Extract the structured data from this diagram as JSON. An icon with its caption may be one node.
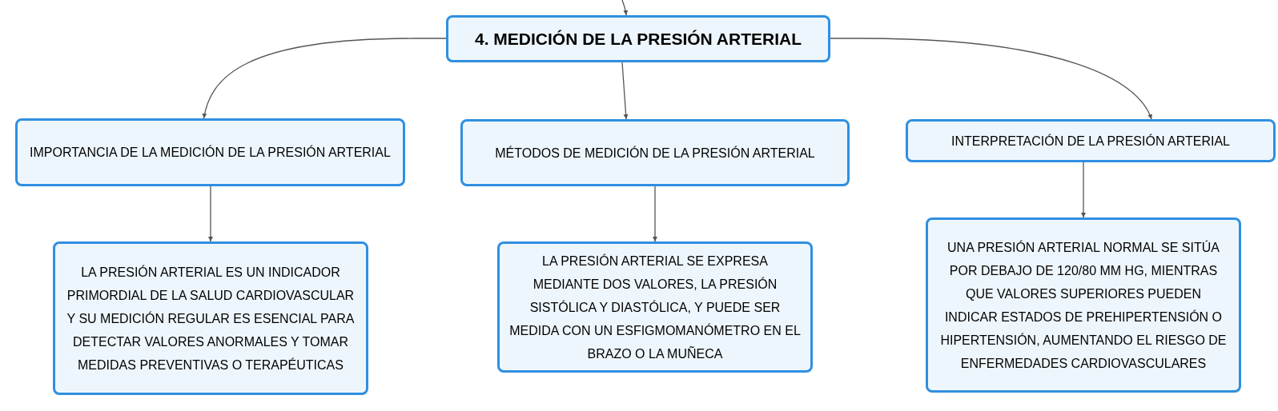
{
  "diagram": {
    "nodes": [
      {
        "text": [
          "4. MEDICIÓN DE LA PRESIÓN ARTERIAL"
        ]
      },
      {
        "text": [
          "IMPORTANCIA DE LA MEDICIÓN DE LA PRESIÓN ARTERIAL"
        ]
      },
      {
        "text": [
          "MÉTODOS DE MEDICIÓN DE LA PRESIÓN ARTERIAL"
        ]
      },
      {
        "text": [
          "INTERPRETACIÓN DE LA PRESIÓN ARTERIAL"
        ]
      },
      {
        "text": [
          "LA PRESIÓN ARTERIAL ES UN INDICADOR PRIMORDIAL DE LA SALUD CARDIOVASCULAR Y SU MEDICIÓN REGULAR ES ESENCIAL PARA DETECTAR VALORES ANORMALES Y TOMAR MEDIDAS PREVENTIVAS O TERAPÉUTICAS"
        ]
      },
      {
        "text": [
          "LA PRESIÓN ARTERIAL SE EXPRESA MEDIANTE DOS VALORES, LA PRESIÓN SISTÓLICA Y DIASTÓLICA, Y PUEDE SER MEDIDA CON UN ESFIGMOMANÓMETRO EN EL BRAZO O LA MUÑECA"
        ]
      },
      {
        "text": [
          "UNA PRESIÓN ARTERIAL NORMAL SE SITÚA POR DEBAJO DE 120/80 MM HG, MIENTRAS QUE VALORES SUPERIORES PUEDEN INDICAR ESTADOS DE PREHIPERTENSIÓN O HIPERTENSIÓN, AUMENTANDO EL RIESGO DE ENFERMEDADES CARDIOVASCULARES"
        ]
      }
    ],
    "edges": [
      {
        "from": null,
        "to": 0,
        "arrow": "to"
      },
      {
        "from": 0,
        "to": 1,
        "arrow": "to"
      },
      {
        "from": 0,
        "to": 2,
        "arrow": "to"
      },
      {
        "from": 0,
        "to": 3,
        "arrow": "to"
      },
      {
        "from": 1,
        "to": 4,
        "arrow": "to"
      },
      {
        "from": 2,
        "to": 5,
        "arrow": "to"
      },
      {
        "from": 3,
        "to": 6,
        "arrow": "to"
      }
    ]
  }
}
